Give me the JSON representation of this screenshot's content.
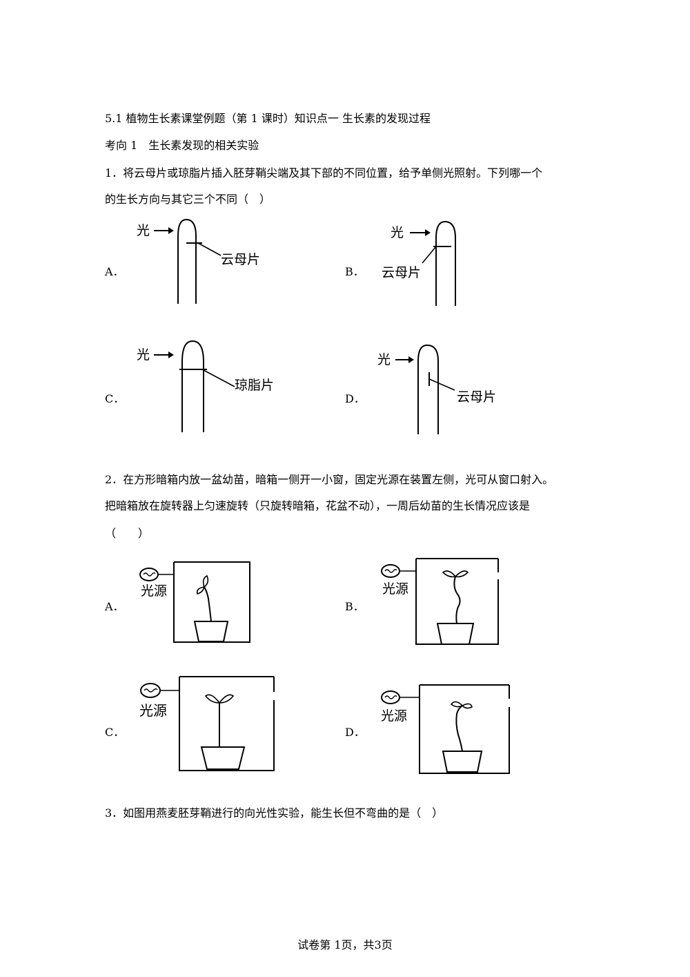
{
  "header": {
    "title": "5.1 植物生长素课堂例题（第 1 课时）知识点一 生长素的发现过程",
    "section": "考向 1　生长素发现的相关实验"
  },
  "q1": {
    "line1": "1．将云母片或琼脂片插入胚芽鞘尖端及其下部的不同位置，给予单侧光照射。下列哪一个",
    "line2": "的生长方向与其它三个不同（　）",
    "options": [
      {
        "letter": "A．",
        "light": "光",
        "piece": "云母片"
      },
      {
        "letter": "B．",
        "light": "光",
        "piece": "云母片"
      },
      {
        "letter": "C．",
        "light": "光",
        "piece": "琼脂片"
      },
      {
        "letter": "D．",
        "light": "光",
        "piece": "云母片"
      }
    ]
  },
  "q2": {
    "line1": "2．在方形暗箱内放一盆幼苗，暗箱一侧开一小窗，固定光源在装置左侧，光可从窗口射入。",
    "line2": "把暗箱放在旋转器上匀速旋转（只旋转暗箱，花盆不动），一周后幼苗的生长情况应该是",
    "line3": "（　　）",
    "options": [
      {
        "letter": "A．",
        "source": "光源"
      },
      {
        "letter": "B．",
        "source": "光源"
      },
      {
        "letter": "C．",
        "source": "光源"
      },
      {
        "letter": "D．",
        "source": "光源"
      }
    ]
  },
  "q3": {
    "line1": "3．如图用燕麦胚芽鞘进行的向光性实验，能生长但不弯曲的是（　）"
  },
  "footer": {
    "page": "试卷第 1页，共3页"
  }
}
